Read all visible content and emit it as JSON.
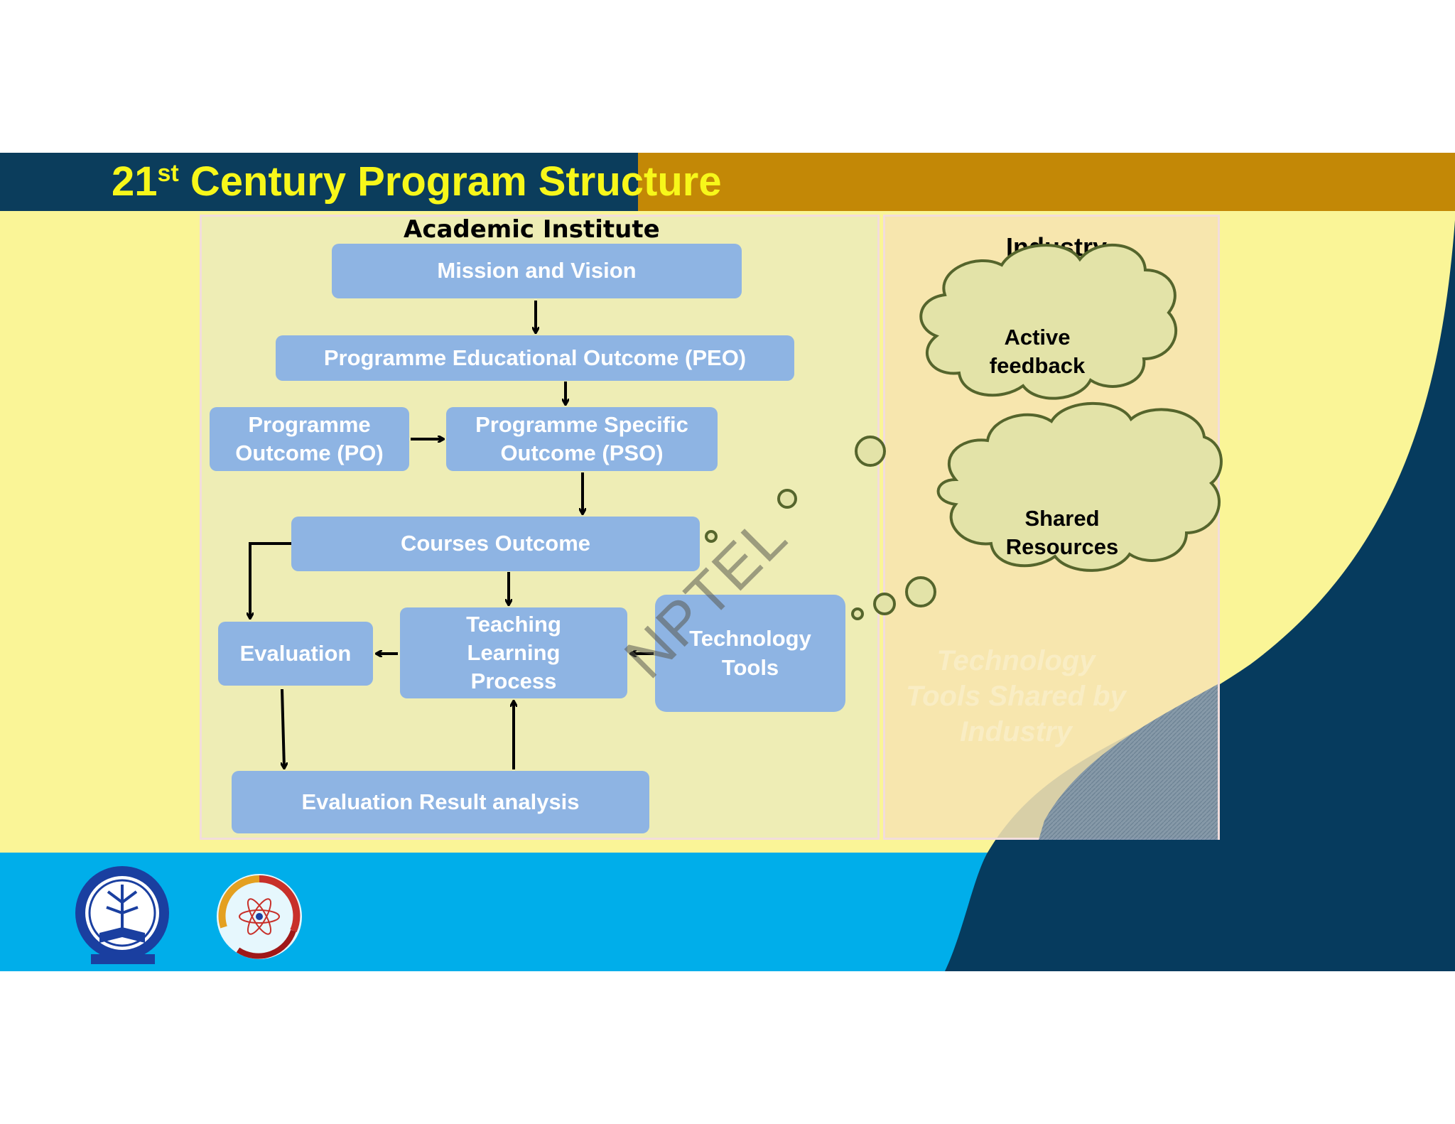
{
  "slide": {
    "title_main": "21",
    "title_sup": "st",
    "title_rest": " Century Program Structure"
  },
  "academic": {
    "heading": "Academic Institute",
    "boxes": {
      "mission": "Mission and Vision",
      "peo": "Programme Educational Outcome (PEO)",
      "po": "Programme\nOutcome (PO)",
      "pso": "Programme Specific\nOutcome (PSO)",
      "courses": "Courses Outcome",
      "evaluation": "Evaluation",
      "tlp": "Teaching\nLearning\nProcess",
      "tools": "Technology\nTools",
      "result": "Evaluation Result analysis"
    }
  },
  "industry": {
    "heading": "Industry",
    "cloud1": "Active\nfeedback",
    "cloud2": "Shared\nResources",
    "faded_label": "Technology\nTools Shared by\nIndustry"
  },
  "watermark": "NPTEL",
  "colors": {
    "title_bar_dark": "#0b3d5c",
    "title_bar_gold": "#c38806",
    "title_text": "#f7f71a",
    "box_fill": "#8eb4e3",
    "cloud_fill": "#e3e3a8",
    "cloud_stroke": "#55652c",
    "band_blue": "#00aeea",
    "navy_wave": "#063b5e"
  }
}
